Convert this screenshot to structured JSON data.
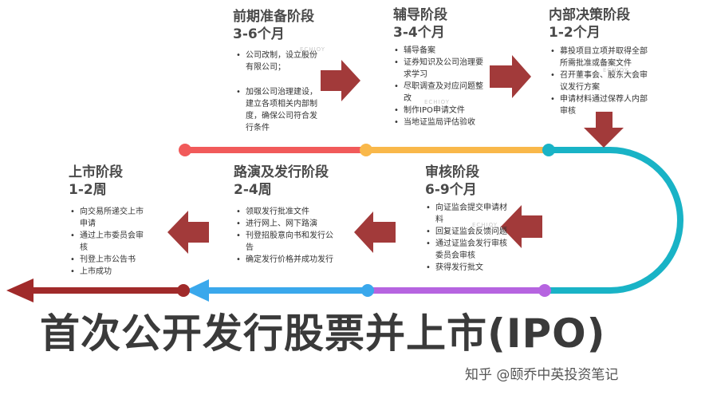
{
  "stages": [
    {
      "title": "前期准备阶段",
      "duration": "3-6个月",
      "items": [
        "公司改制，设立股份有限公司；",
        "加强公司治理建设，建立各项相关内部制度，确保公司符合发行条件"
      ]
    },
    {
      "title": "辅导阶段",
      "duration": "3-4个月",
      "items": [
        "辅导备案",
        "证券知识及公司治理要求学习",
        "尽职调查及对应问题整改",
        "制作IPO申请文件",
        "当地证监局评估验收"
      ]
    },
    {
      "title": "内部决策阶段",
      "duration": "1-2个月",
      "items": [
        "募投项目立项并取得全部所需批准或备案文件",
        "召开董事会、股东大会审议发行方案",
        "申请材料通过保荐人内部审核"
      ]
    },
    {
      "title": "审核阶段",
      "duration": "6-9个月",
      "items": [
        "向证监会提交申请材料",
        "回复证监会反馈问题",
        "通过证监会发行审核委员会审核",
        "获得发行批文"
      ]
    },
    {
      "title": "路演及发行阶段",
      "duration": "2-4周",
      "items": [
        "领取发行批准文件",
        "进行网上、网下路演",
        "刊登招股意向书和发行公告",
        "确定发行价格并成功发行"
      ]
    },
    {
      "title": "上市阶段",
      "duration": "1-2周",
      "items": [
        "向交易所递交上市申请",
        "通过上市委员会审核",
        "刊登上市公告书",
        "上市成功"
      ]
    }
  ],
  "main_title": "首次公开发行股票并上市(IPO)",
  "watermark": "ECHIOY",
  "credit": "知乎 @颐乔中英投资笔记",
  "colors": {
    "arrow": "#a23a3a",
    "segment_red": "#f15a5a",
    "segment_orange": "#f9b84a",
    "segment_teal": "#19b3c6",
    "segment_purple": "#b664e0",
    "segment_blue": "#3aa8ec",
    "segment_darkred": "#a02a2a"
  }
}
